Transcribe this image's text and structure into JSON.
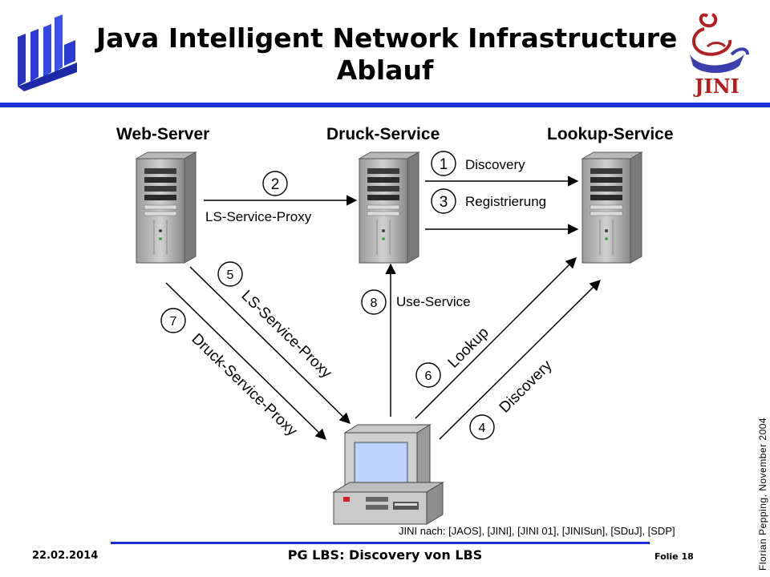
{
  "header": {
    "title_line1": "Java Intelligent Network Infrastructure",
    "title_line2": "Ablauf",
    "left_logo_icon": "university-logo-icon",
    "right_logo_icon": "jini-genie-lamp-logo-icon",
    "right_logo_text": "JINI",
    "accent_color": "#1a2fd6"
  },
  "nodes": {
    "web_server": {
      "label": "Web-Server",
      "icon": "server-tower-icon"
    },
    "druck_service": {
      "label": "Druck-Service",
      "icon": "server-tower-icon"
    },
    "lookup_service": {
      "label": "Lookup-Service",
      "icon": "server-tower-icon"
    },
    "client": {
      "icon": "desktop-computer-icon"
    }
  },
  "edges": [
    {
      "step": "2",
      "label": "LS-Service-Proxy"
    },
    {
      "step": "1",
      "label": "Discovery"
    },
    {
      "step": "3",
      "label": "Registrierung"
    },
    {
      "step": "5",
      "label": "LS-Service-Proxy"
    },
    {
      "step": "7",
      "label": "Druck-Service-Proxy"
    },
    {
      "step": "8",
      "label": "Use-Service"
    },
    {
      "step": "6",
      "label": "Lookup"
    },
    {
      "step": "4",
      "label": "Discovery"
    }
  ],
  "source_note": "JINI nach: [JAOS], [JINI], [JINI 01], [JINISun], [SDuJ], [SDP]",
  "footer": {
    "date": "22.02.2014",
    "center": "PG LBS: Discovery von LBS",
    "page": "Folie 18",
    "author": "Florian Pepping, November 2004"
  }
}
